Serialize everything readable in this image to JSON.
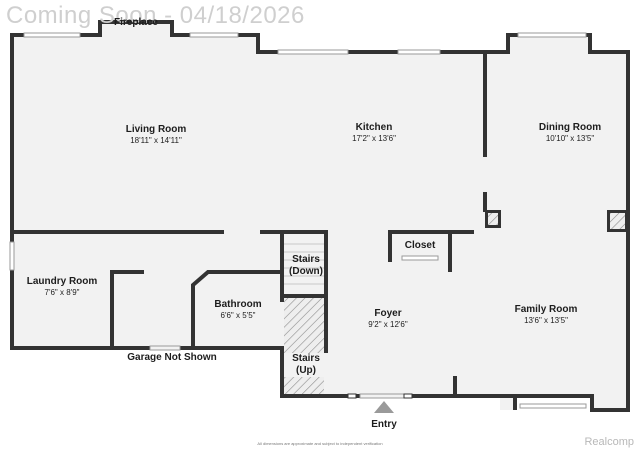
{
  "watermark": "Coming Soon - 04/18/2026",
  "brand": "Realcomp",
  "disclaimer": "All dimensions are approximate and subject to independent verification",
  "rooms": {
    "living": {
      "name": "Living Room",
      "dims": "18'11\" x 14'11\""
    },
    "kitchen": {
      "name": "Kitchen",
      "dims": "17'2\" x 13'6\""
    },
    "dining": {
      "name": "Dining Room",
      "dims": "10'10\" x 13'5\""
    },
    "laundry": {
      "name": "Laundry Room",
      "dims": "7'6\" x 8'9\""
    },
    "bathroom": {
      "name": "Bathroom",
      "dims": "6'6\" x 5'5\""
    },
    "foyer": {
      "name": "Foyer",
      "dims": "9'2\" x 12'6\""
    },
    "family": {
      "name": "Family Room",
      "dims": "13'6\" x 13'5\""
    }
  },
  "labels": {
    "fireplace": "Fireplace",
    "closet": "Closet",
    "stairs_down_1": "Stairs",
    "stairs_down_2": "(Down)",
    "stairs_up_1": "Stairs",
    "stairs_up_2": "(Up)",
    "garage": "Garage Not Shown",
    "entry": "Entry"
  },
  "colors": {
    "wall": "#333333",
    "floor": "#f2f2f2",
    "window": "#bdbdbd"
  }
}
